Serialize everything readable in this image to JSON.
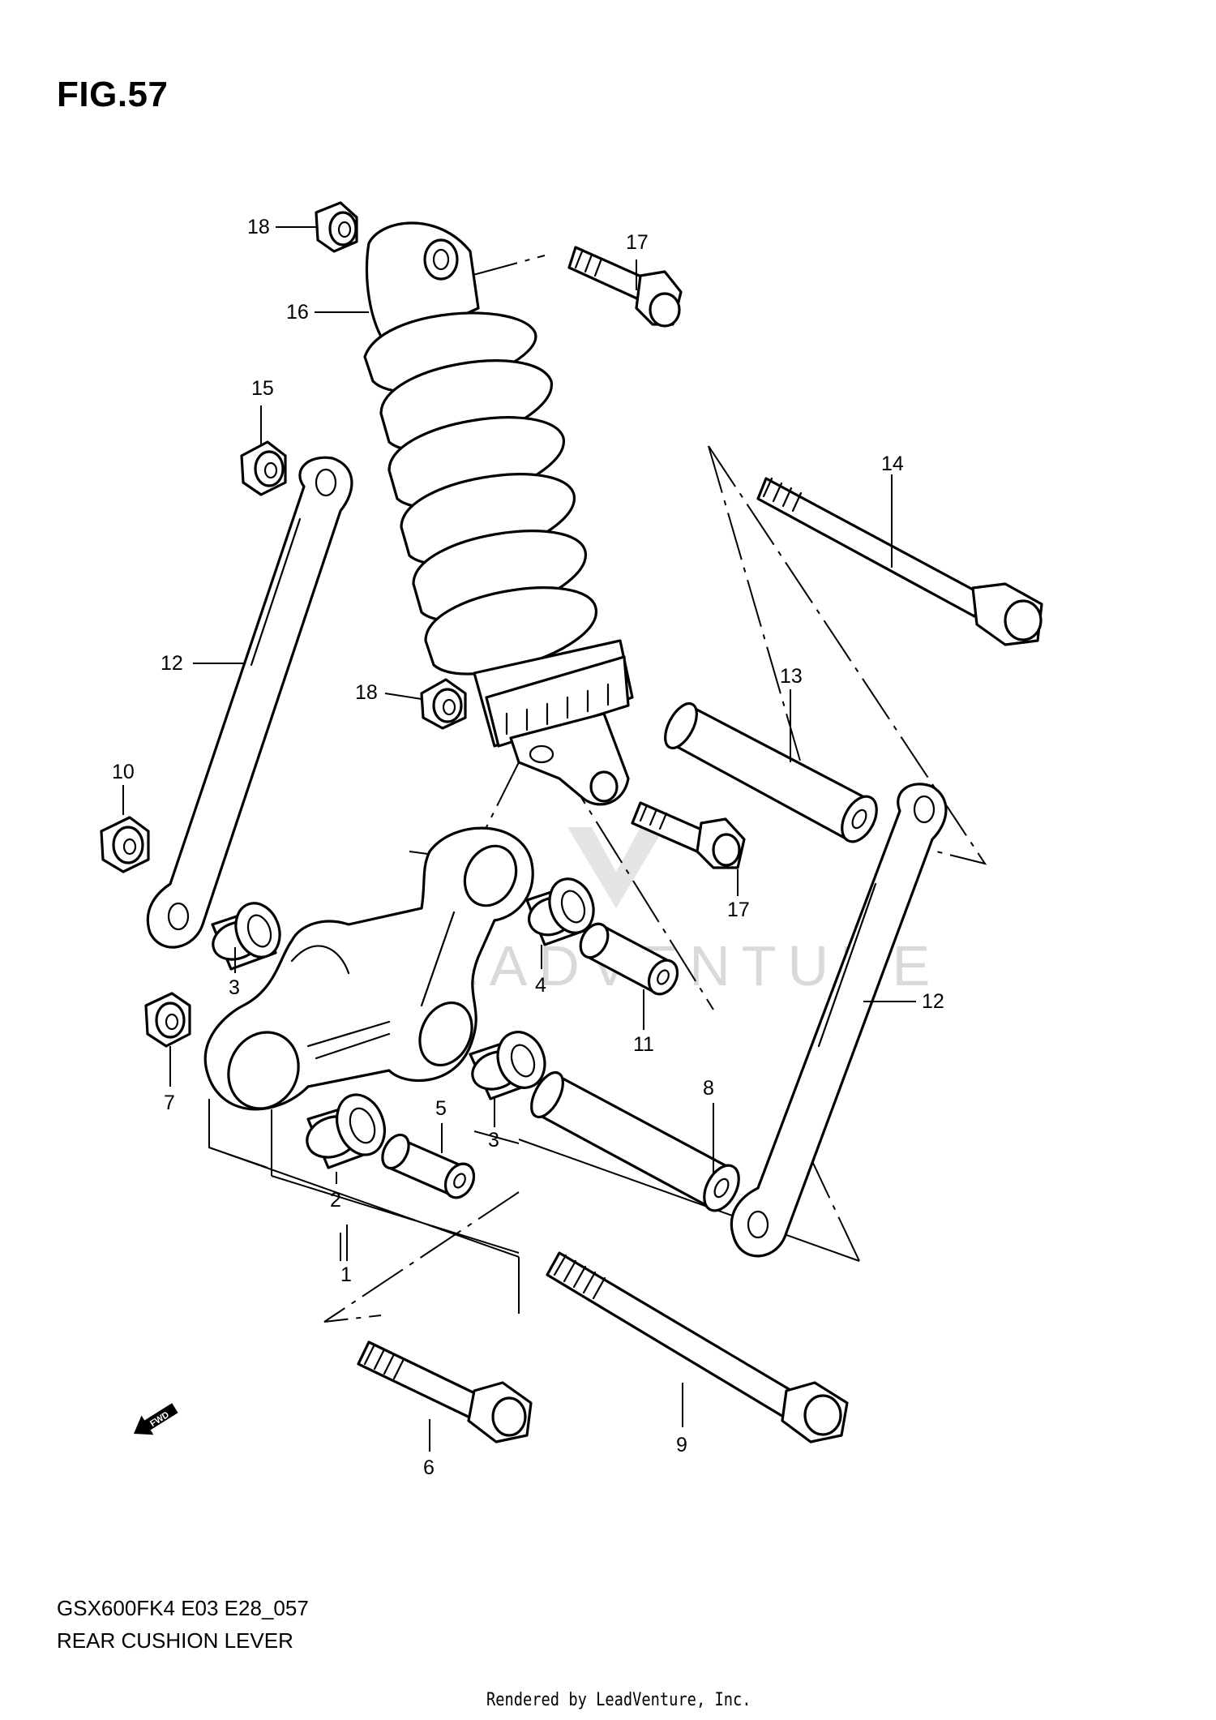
{
  "figure": {
    "title": "FIG.57",
    "model_code": "GSX600FK4  E03  E28_057",
    "subtitle": "REAR CUSHION LEVER",
    "rendered_by": "Rendered by LeadVenture, Inc.",
    "watermark": "LEADVENTURE",
    "fwd_label": "FWD"
  },
  "callouts": {
    "c1": "1",
    "c2": "2",
    "c3a": "3",
    "c3b": "3",
    "c4": "4",
    "c5": "5",
    "c6": "6",
    "c7": "7",
    "c8": "8",
    "c9": "9",
    "c10": "10",
    "c11": "11",
    "c12a": "12",
    "c12b": "12",
    "c13": "13",
    "c14": "14",
    "c15": "15",
    "c16": "16",
    "c17a": "17",
    "c17b": "17",
    "c18a": "18",
    "c18b": "18"
  }
}
